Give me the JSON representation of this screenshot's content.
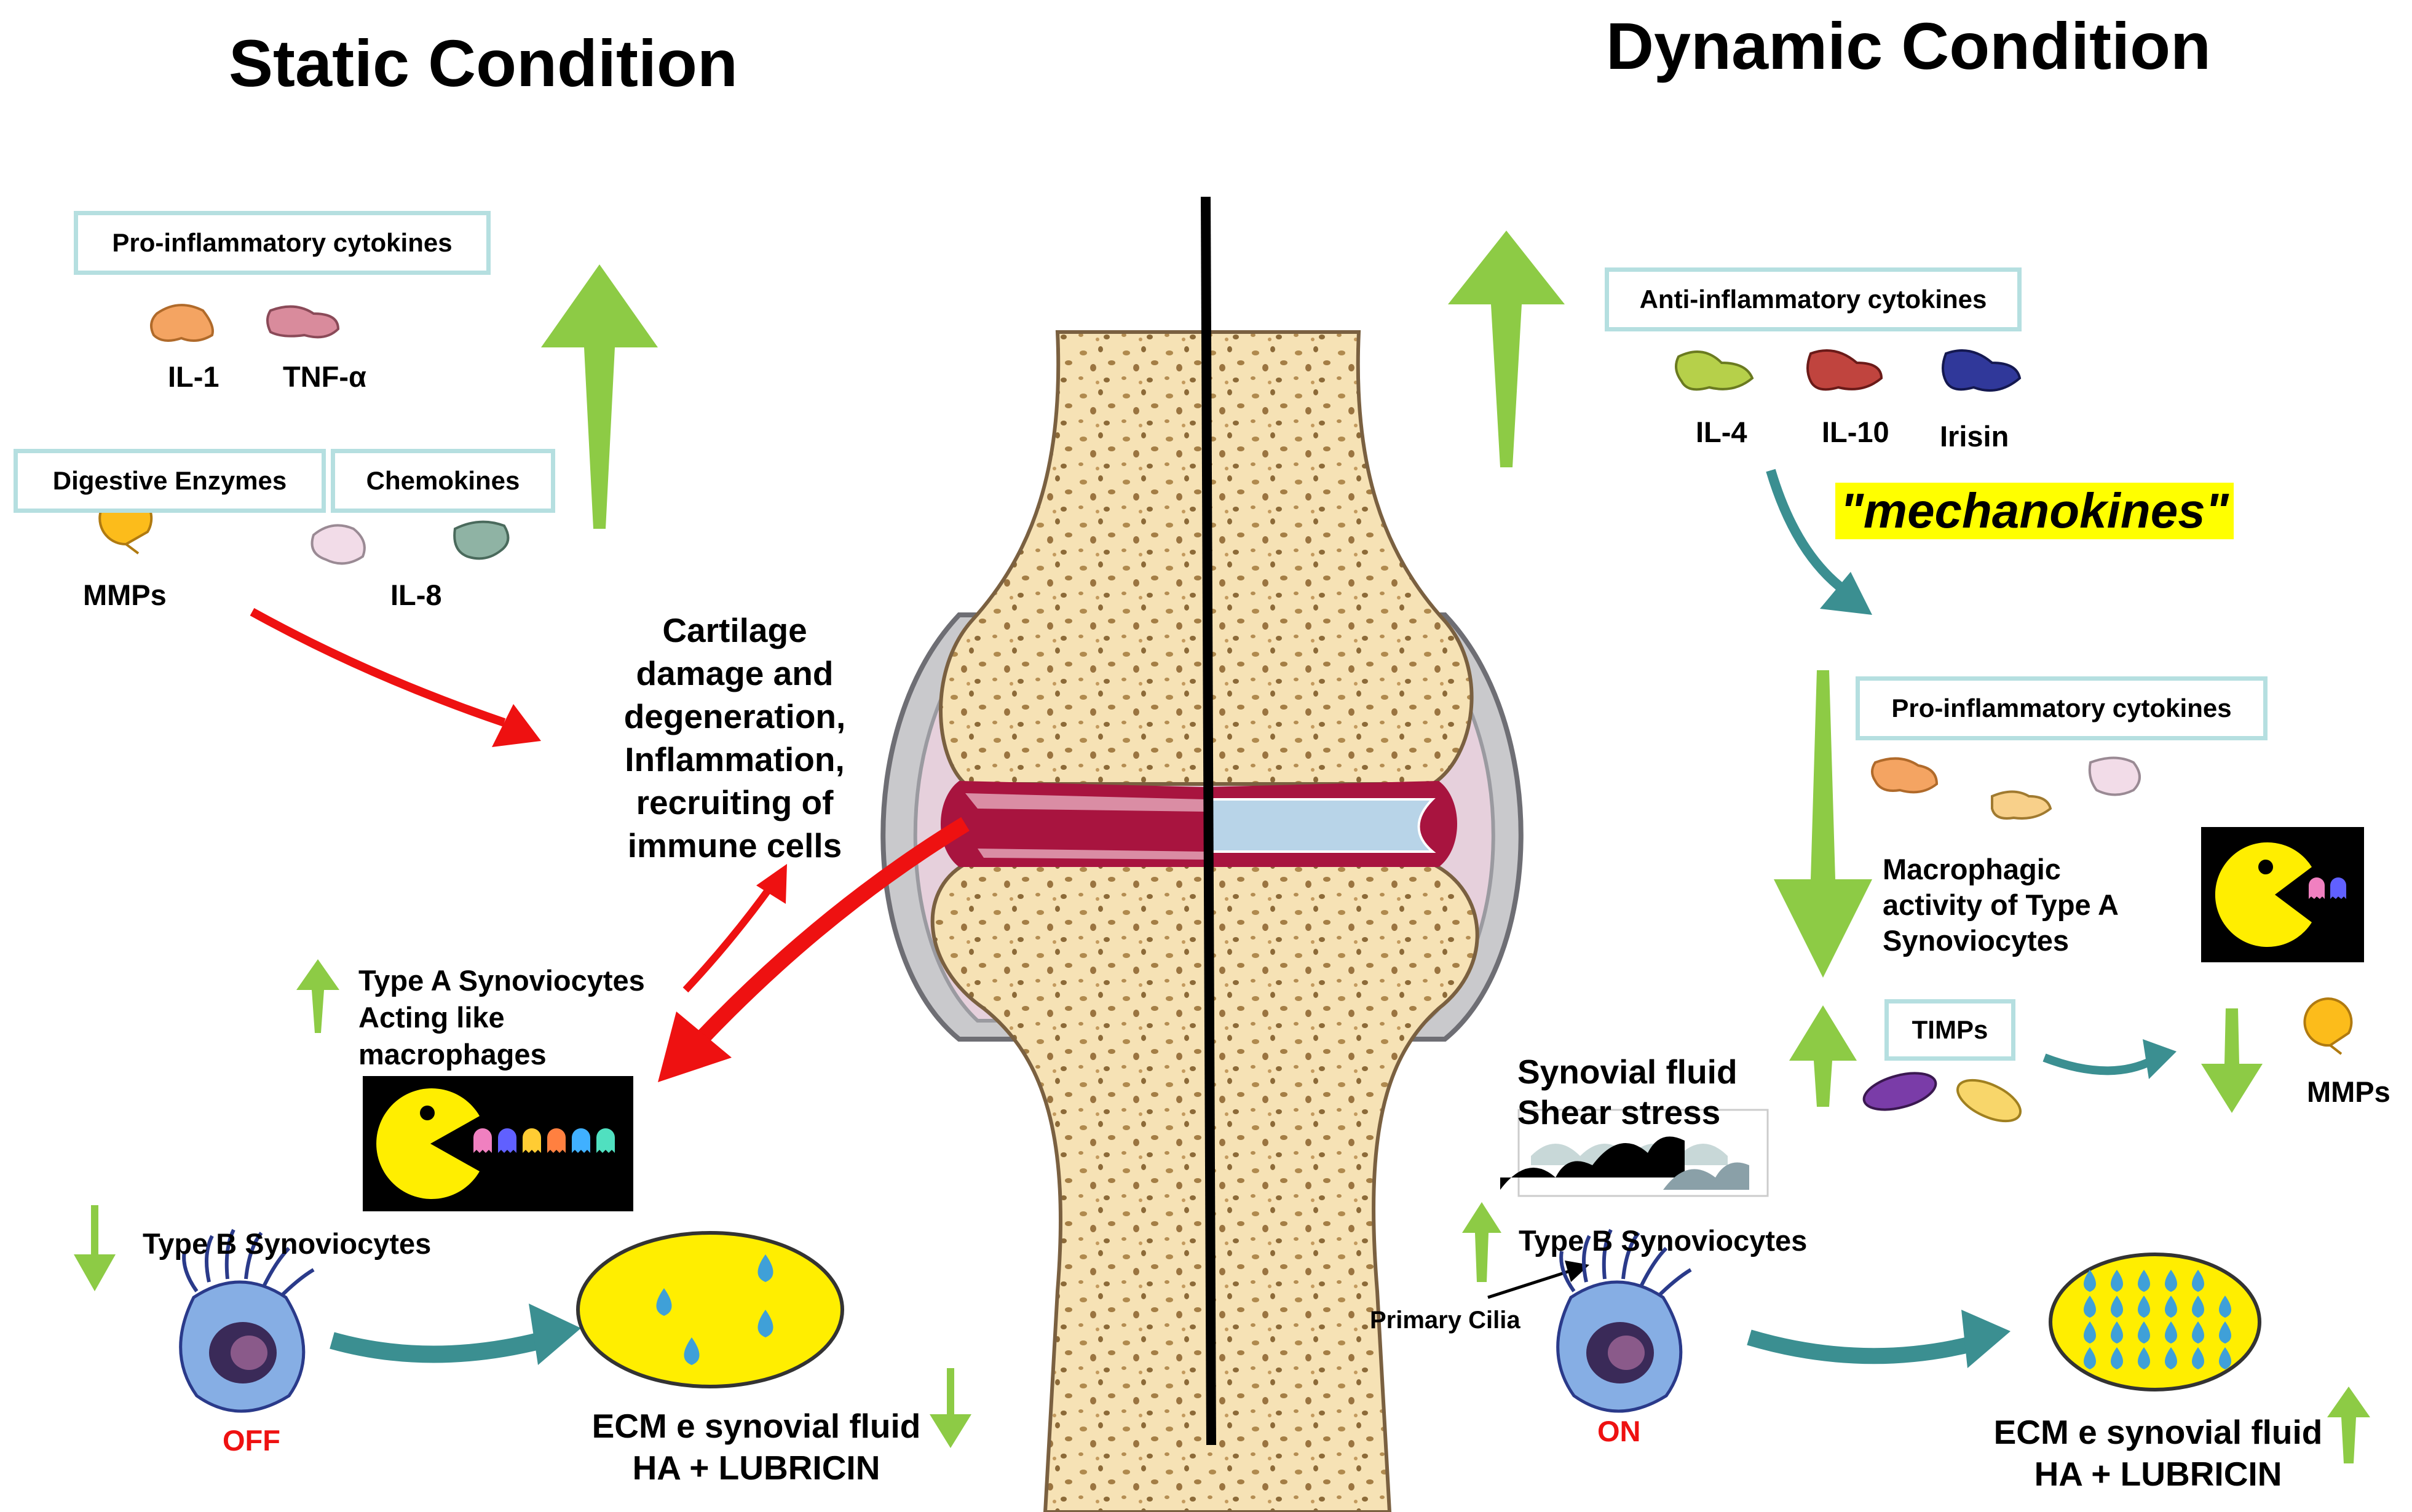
{
  "left": {
    "title": "Static Condition",
    "pro_box": "Pro-inflammatory cytokines",
    "il1": "IL-1",
    "tnf": "TNF-α",
    "digestive_box": "Digestive Enzymes",
    "chemokines_box": "Chemokines",
    "mmps": "MMPs",
    "il8": "IL-8",
    "cartilage_1": "Cartilage",
    "cartilage_2": "damage and",
    "cartilage_3": "degeneration,",
    "cartilage_4": "Inflammation,",
    "cartilage_5": "recruiting of",
    "cartilage_6": "immune cells",
    "type_a_1": "Type A Synoviocytes",
    "type_a_2": "Acting like",
    "type_a_3": "macrophages",
    "type_b": "Type B Synoviocytes",
    "off": "OFF",
    "ecm_1": "ECM e synovial fluid",
    "ecm_2": "HA + LUBRICIN"
  },
  "right": {
    "title": "Dynamic Condition",
    "anti_box": "Anti-inflammatory cytokines",
    "il4": "IL-4",
    "il10": "IL-10",
    "irisin": "Irisin",
    "mechanokines": "\"mechanokines\"",
    "pro_box": "Pro-inflammatory cytokines",
    "macro_1": "Macrophagic",
    "macro_2": "activity of Type A",
    "macro_3": "Synoviocytes",
    "timps_box": "TIMPs",
    "mmps": "MMPs",
    "shear_1": "Synovial fluid",
    "shear_2": "Shear stress",
    "type_b": "Type B Synoviocytes",
    "primary_cilia": "Primary Cilia",
    "on": "ON",
    "ecm_1": "ECM e synovial fluid",
    "ecm_2": "HA + LUBRICIN"
  },
  "colors": {
    "green_arrow": "#8dcb45",
    "red_arrow": "#ee1111",
    "teal_arrow": "#3b8f91",
    "box_border": "#b5dfe0",
    "highlight": "#ffff00",
    "bone": "#f6e2b5",
    "inflamed": "#a8143f",
    "cartilage": "#b8d4e8",
    "pacman": "#ffee00",
    "off_on_text": "#ee1111"
  },
  "icons": [
    "green-up-arrow-icon",
    "green-down-arrow-icon",
    "red-curved-arrow-icon",
    "teal-curved-arrow-icon",
    "cytokine-blob-icon",
    "pacman-icon",
    "ghost-icon",
    "synoviocyte-cell-icon",
    "ecm-ellipse-icon",
    "wave-icon",
    "joint-illustration"
  ]
}
